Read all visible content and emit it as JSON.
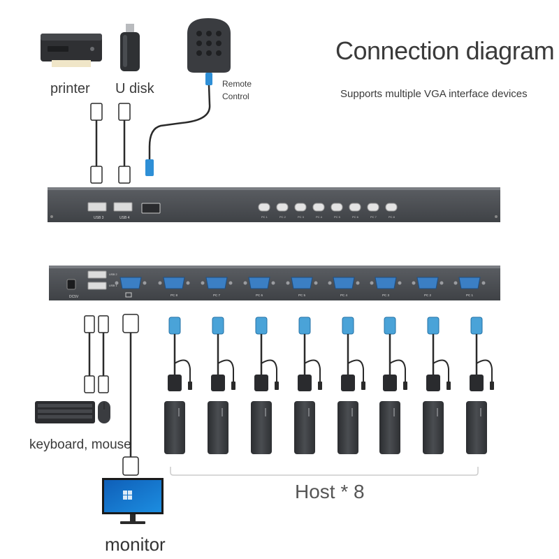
{
  "header": {
    "title": "Connection diagram",
    "subtitle": "Supports multiple VGA interface devices"
  },
  "devices": {
    "printer": "printer",
    "udisk": "U disk",
    "remote_line1": "Remote",
    "remote_line2": "Control",
    "keyboard_mouse": "keyboard, mouse",
    "monitor": "monitor",
    "hosts": "Host * 8"
  },
  "front_panel": {
    "usb_ports": [
      "USB 3",
      "USB 4"
    ],
    "buttons": [
      "PC 1",
      "PC 2",
      "PC 3",
      "PC 4",
      "PC 5",
      "PC 6",
      "PC 7",
      "PC 8"
    ]
  },
  "rear_panel": {
    "power": "DC5V",
    "usb_ports": [
      "USB 2",
      "USB 1"
    ],
    "vga_ports": [
      "PC 8",
      "PC 7",
      "PC 6",
      "PC 5",
      "PC 4",
      "PC 3",
      "PC 2",
      "PC 1"
    ]
  },
  "colors": {
    "panel": "#4a4d52",
    "vga_port": "#3b7fc4",
    "vga_plug": "#4aa3d8",
    "cable": "#2a2a2a",
    "remote_connector": "#2e8fd6"
  }
}
